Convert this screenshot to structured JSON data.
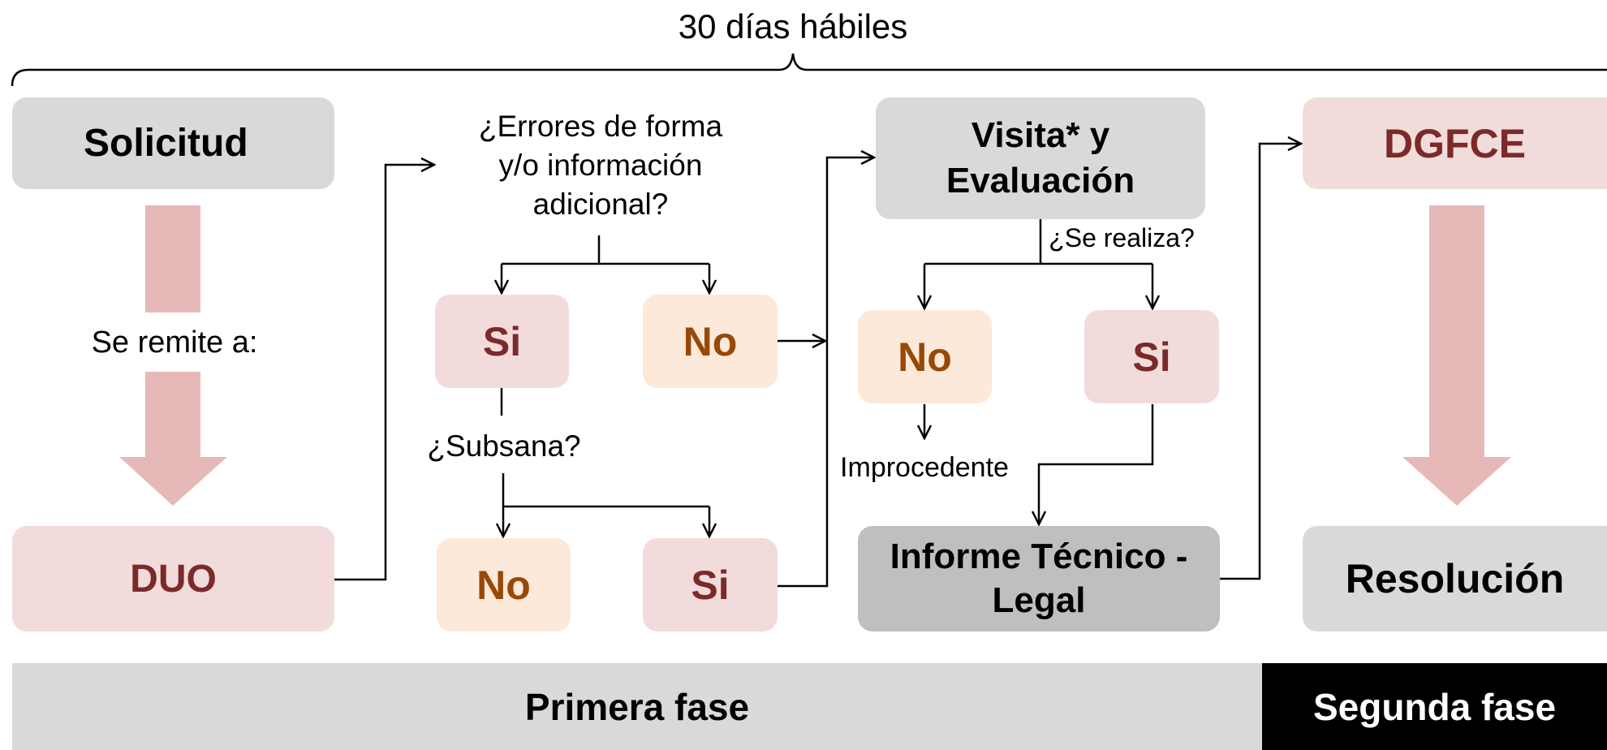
{
  "header": {
    "duration_label": "30 días hábiles"
  },
  "nodes": {
    "solicitud": "Solicitud",
    "duo": "DUO",
    "se_remite": "Se remite a:",
    "q_errores": "¿Errores de forma y/o información adicional?",
    "si_1": "Si",
    "no_1": "No",
    "q_subsana": "¿Subsana?",
    "no_2": "No",
    "si_2": "Si",
    "visita": "Visita* y Evaluación",
    "q_se_realiza": "¿Se realiza?",
    "no_3": "No",
    "si_3": "Si",
    "improcedente": "Improcedente",
    "informe": "Informe Técnico - Legal",
    "dgfce": "DGFCE",
    "resolucion": "Resolución"
  },
  "phases": {
    "primera": "Primera fase",
    "segunda": "Segunda fase"
  },
  "colors": {
    "gray_box": "#d9d9d9",
    "dark_gray_box": "#bfbfbf",
    "pink_box": "#f2dcdb",
    "pink_text": "#7b2a2a",
    "peach_box": "#fde9d9",
    "peach_text": "#984807",
    "arrow_fill": "#e6b9b8",
    "phase_one_bg": "#d9d9d9",
    "phase_two_bg": "#000000"
  },
  "icons": {
    "document": "document-icon"
  }
}
